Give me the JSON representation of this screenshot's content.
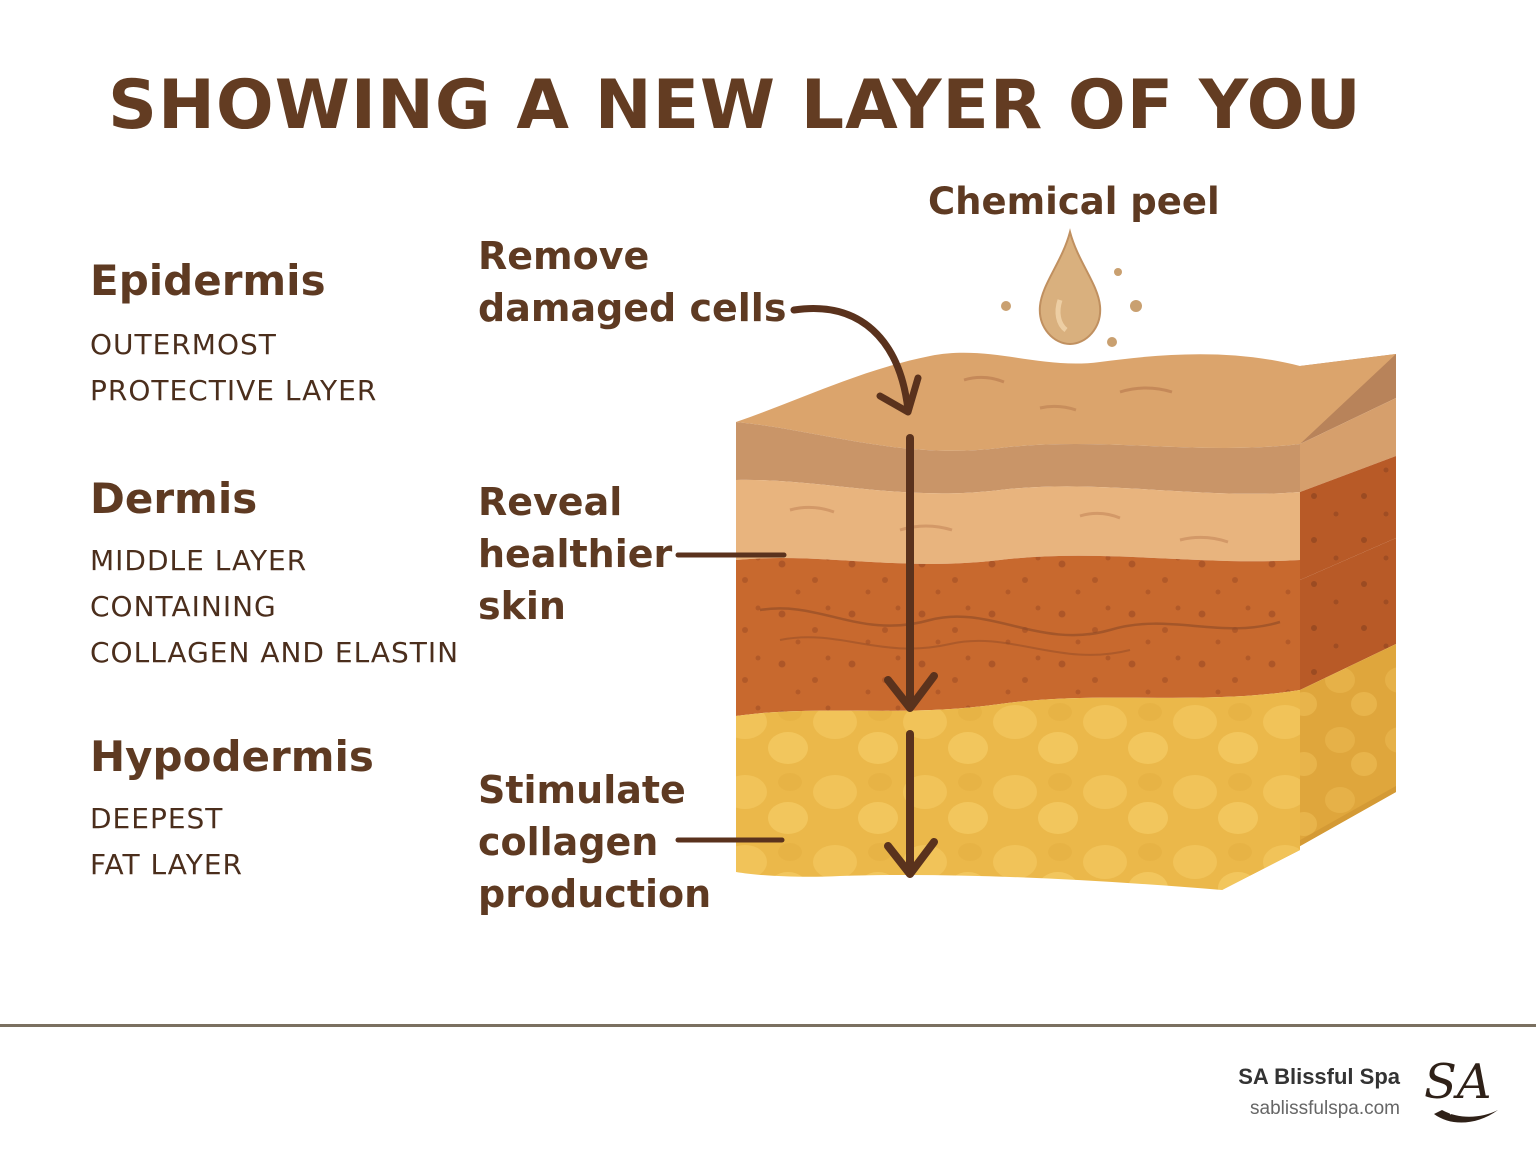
{
  "title": "SHOWING A NEW LAYER OF YOU",
  "layers": [
    {
      "name": "Epidermis",
      "description": [
        "OUTERMOST",
        "PROTECTIVE LAYER"
      ]
    },
    {
      "name": "Dermis",
      "description": [
        "MIDDLE LAYER",
        "CONTAINING",
        "COLLAGEN AND ELASTIN"
      ]
    },
    {
      "name": "Hypodermis",
      "description": [
        "DEEPEST",
        "FAT LAYER"
      ]
    }
  ],
  "effects": [
    [
      "Remove",
      "damaged cells"
    ],
    [
      "Reveal",
      "healthier",
      "skin"
    ],
    [
      "Stimulate",
      "collagen",
      "production"
    ]
  ],
  "peel_label": "Chemical peel",
  "brand": {
    "name": "SA Blissful Spa",
    "url": "sablissfulspa.com",
    "logo_text": "SA"
  },
  "colors": {
    "text": "#5e3a22",
    "epidermis_top": "#d9a36a",
    "epidermis_band": "#c99568",
    "epidermis_lower": "#e8b47e",
    "dermis": "#c8692e",
    "hypodermis": "#ebb84a",
    "arrow": "#5a321d"
  }
}
